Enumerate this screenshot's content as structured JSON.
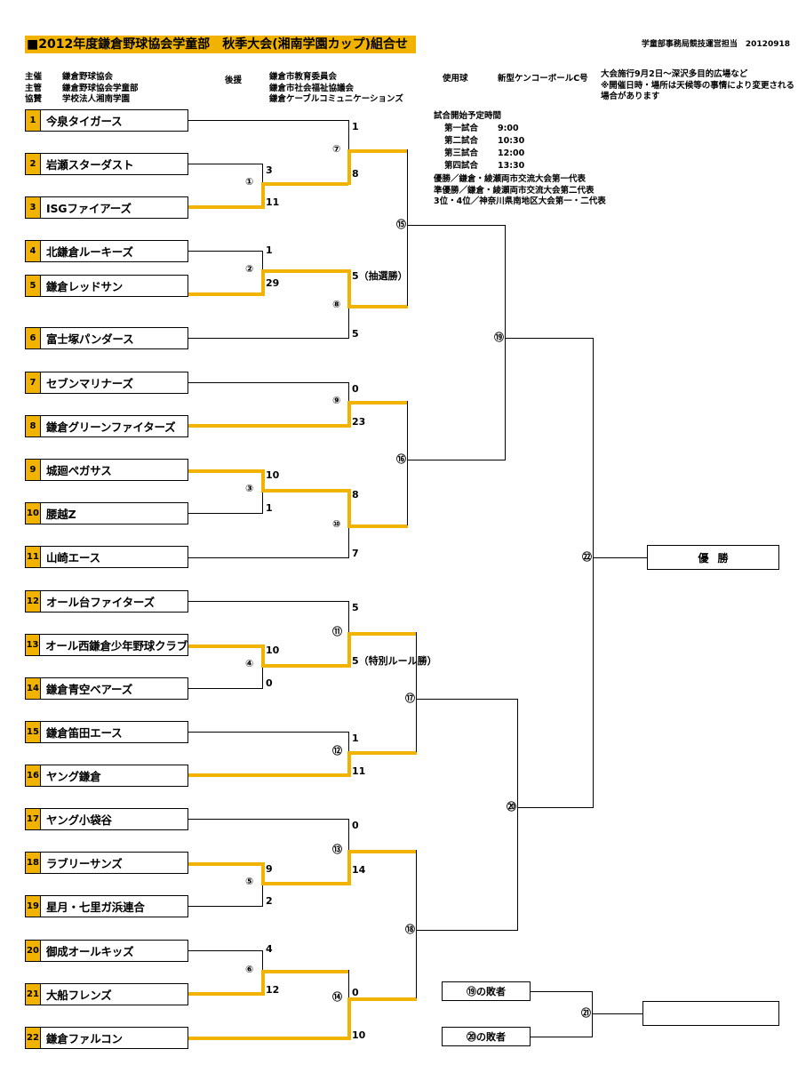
{
  "header": {
    "title": "■2012年度鎌倉野球協会学童部　秋季大会(湘南学園カップ)組合せ",
    "credit": "学童部事務局競技運営担当　20120918",
    "org": [
      {
        "label": "主催",
        "value": "鎌倉野球協会"
      },
      {
        "label": "主管",
        "value": "鎌倉野球協会学童部"
      },
      {
        "label": "協賛",
        "value": "学校法人湘南学園"
      }
    ],
    "support": {
      "label": "後援",
      "values": [
        "鎌倉市教育委員会",
        "鎌倉市社会福祉協議会",
        "鎌倉ケーブルコミュニケーションズ"
      ]
    },
    "ball": {
      "label": "使用球",
      "value": "新型ケンコーボールC号"
    },
    "notice": "大会施行9月2日～深沢多目的広場など\n※開催日時・場所は天候等の事情により変更される場合があります"
  },
  "schedule": {
    "heading": "試合開始予定時間",
    "games": [
      {
        "name": "第一試合",
        "time": "9:00"
      },
      {
        "name": "第二試合",
        "time": "10:30"
      },
      {
        "name": "第三試合",
        "time": "12:00"
      },
      {
        "name": "第四試合",
        "time": "13:30"
      }
    ]
  },
  "representation": [
    "優勝／鎌倉・綾瀬両市交流大会第一代表",
    "準優勝／鎌倉・綾瀬両市交流大会第二代表",
    "3位・4位／神奈川県南地区大会第一・二代表"
  ],
  "teams": [
    {
      "seed": "1",
      "name": "今泉タイガース"
    },
    {
      "seed": "2",
      "name": "岩瀬スターダスト"
    },
    {
      "seed": "3",
      "name": "ISGファイアーズ"
    },
    {
      "seed": "4",
      "name": "北鎌倉ルーキーズ"
    },
    {
      "seed": "5",
      "name": "鎌倉レッドサン"
    },
    {
      "seed": "6",
      "name": "富士塚パンダース"
    },
    {
      "seed": "7",
      "name": "セブンマリナーズ"
    },
    {
      "seed": "8",
      "name": "鎌倉グリーンファイターズ"
    },
    {
      "seed": "9",
      "name": "城廻ペガサス"
    },
    {
      "seed": "10",
      "name": "腰越Z"
    },
    {
      "seed": "11",
      "name": "山崎エース"
    },
    {
      "seed": "12",
      "name": "オール台ファイターズ"
    },
    {
      "seed": "13",
      "name": "オール西鎌倉少年野球クラブ"
    },
    {
      "seed": "14",
      "name": "鎌倉青空ベアーズ"
    },
    {
      "seed": "15",
      "name": "鎌倉笛田エース"
    },
    {
      "seed": "16",
      "name": "ヤング鎌倉"
    },
    {
      "seed": "17",
      "name": "ヤング小袋谷"
    },
    {
      "seed": "18",
      "name": "ラブリーサンズ"
    },
    {
      "seed": "19",
      "name": "星月・七里ガ浜連合"
    },
    {
      "seed": "20",
      "name": "御成オールキッズ"
    },
    {
      "seed": "21",
      "name": "大船フレンズ"
    },
    {
      "seed": "22",
      "name": "鎌倉ファルコン"
    }
  ],
  "games": {
    "g1": {
      "label": "①",
      "top_score": "3",
      "bottom_score": "11"
    },
    "g2": {
      "label": "②",
      "top_score": "1",
      "bottom_score": "29"
    },
    "g3": {
      "label": "③",
      "top_score": "10",
      "bottom_score": "1"
    },
    "g4": {
      "label": "④",
      "top_score": "10",
      "bottom_score": "0"
    },
    "g5": {
      "label": "⑤",
      "top_score": "9",
      "bottom_score": "2"
    },
    "g6": {
      "label": "⑥",
      "top_score": "4",
      "bottom_score": "12"
    },
    "g7": {
      "label": "⑦",
      "top_score": "1",
      "bottom_score": "8"
    },
    "g8": {
      "label": "⑧",
      "top_score": "5（抽選勝）",
      "bottom_score": "5"
    },
    "g9": {
      "label": "⑨",
      "top_score": "0",
      "bottom_score": "23"
    },
    "g10": {
      "label": "⑩",
      "top_score": "8",
      "bottom_score": "7"
    },
    "g11": {
      "label": "⑪",
      "top_score": "5",
      "bottom_score": "5（特別ルール勝）"
    },
    "g12": {
      "label": "⑫",
      "top_score": "1",
      "bottom_score": "11"
    },
    "g13": {
      "label": "⑬",
      "top_score": "0",
      "bottom_score": "14"
    },
    "g14": {
      "label": "⑭",
      "top_score": "0",
      "bottom_score": "10"
    },
    "g15": {
      "label": "⑮"
    },
    "g16": {
      "label": "⑯"
    },
    "g17": {
      "label": "⑰"
    },
    "g18": {
      "label": "⑱"
    },
    "g19": {
      "label": "⑲"
    },
    "g20": {
      "label": "⑳"
    },
    "g21": {
      "label": "㉑"
    },
    "g22": {
      "label": "㉒"
    }
  },
  "results": {
    "champion_label": "優勝",
    "loser_19": "⑲の敗者",
    "loser_20": "⑳の敗者",
    "third_place": ""
  },
  "colors": {
    "accent": "#F2B300",
    "line": "#000000",
    "background": "#FFFFFF"
  }
}
